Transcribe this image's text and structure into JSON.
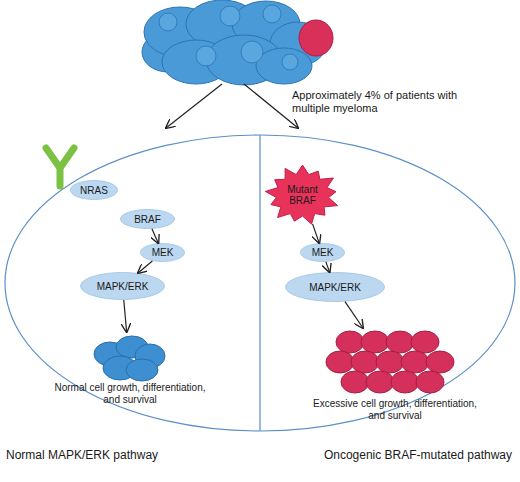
{
  "diagram": {
    "nodes": [
      {
        "text": [
          "NRAS"
        ]
      },
      {
        "text": [
          "BRAF"
        ]
      },
      {
        "text": [
          "MEK"
        ]
      },
      {
        "text": [
          "MAPK/ERK"
        ]
      },
      {
        "text": [
          "Normal cell growth, differentiation, and survival"
        ]
      },
      {
        "text": [
          "Mutant BRAF"
        ]
      },
      {
        "text": [
          "MEK"
        ]
      },
      {
        "text": [
          "MAPK/ERK"
        ]
      },
      {
        "text": [
          "Excessive cell growth, differentiation, and survival"
        ]
      }
    ],
    "edges": [
      {
        "from": 1,
        "to": 2,
        "arrow": "to"
      },
      {
        "from": 2,
        "to": 3,
        "arrow": "to"
      },
      {
        "from": 3,
        "to": 4,
        "arrow": "to"
      },
      {
        "from": 5,
        "to": 6,
        "arrow": "to"
      },
      {
        "from": 6,
        "to": 7,
        "arrow": "to"
      },
      {
        "from": 7,
        "to": 8,
        "arrow": "to"
      }
    ],
    "labels": [
      "Approximately 4% of patients with multiple myeloma",
      "Normal MAPK/ERK pathway",
      "Oncogenic BRAF-mutated pathway"
    ]
  }
}
